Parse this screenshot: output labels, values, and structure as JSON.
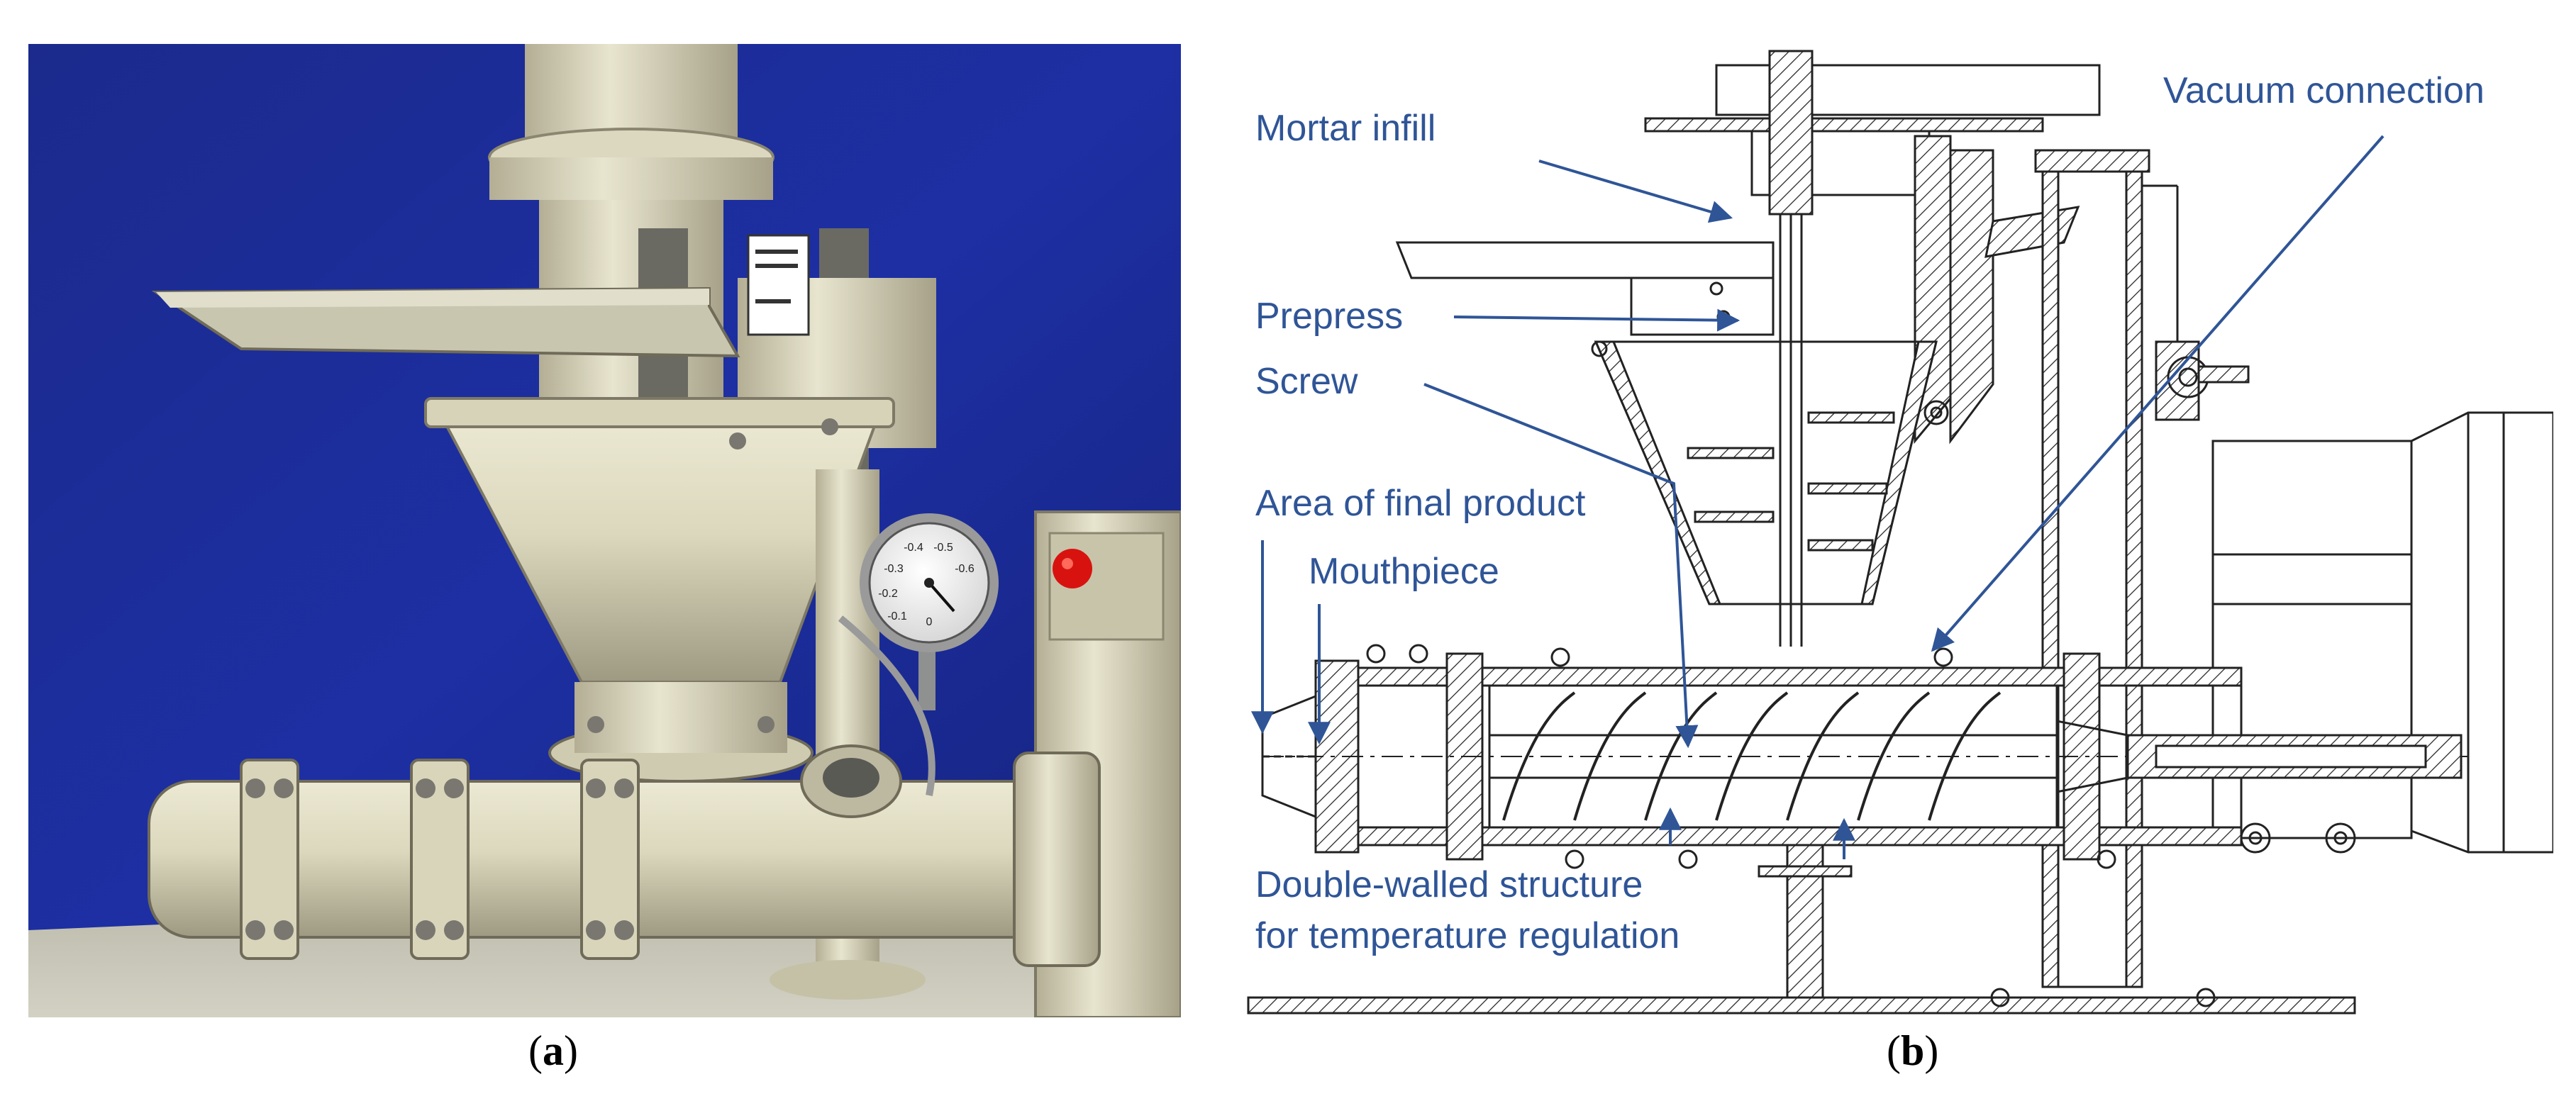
{
  "panel_a": {
    "gauge_ticks": [
      "-0.4",
      "-0.5",
      "-0.6",
      "-0.3",
      "-0.2",
      "-0.1",
      "0"
    ],
    "caption_letter": "a"
  },
  "panel_b": {
    "label_color": "#2f5597",
    "labels": {
      "mortar_infill": "Mortar infill",
      "prepress": "Prepress",
      "screw": "Screw",
      "area_final_product": "Area of final product",
      "mouthpiece": "Mouthpiece",
      "double_walled_1": "Double-walled structure",
      "double_walled_2": "for temperature regulation",
      "vacuum_connection": "Vacuum connection"
    },
    "caption_letter": "b"
  }
}
